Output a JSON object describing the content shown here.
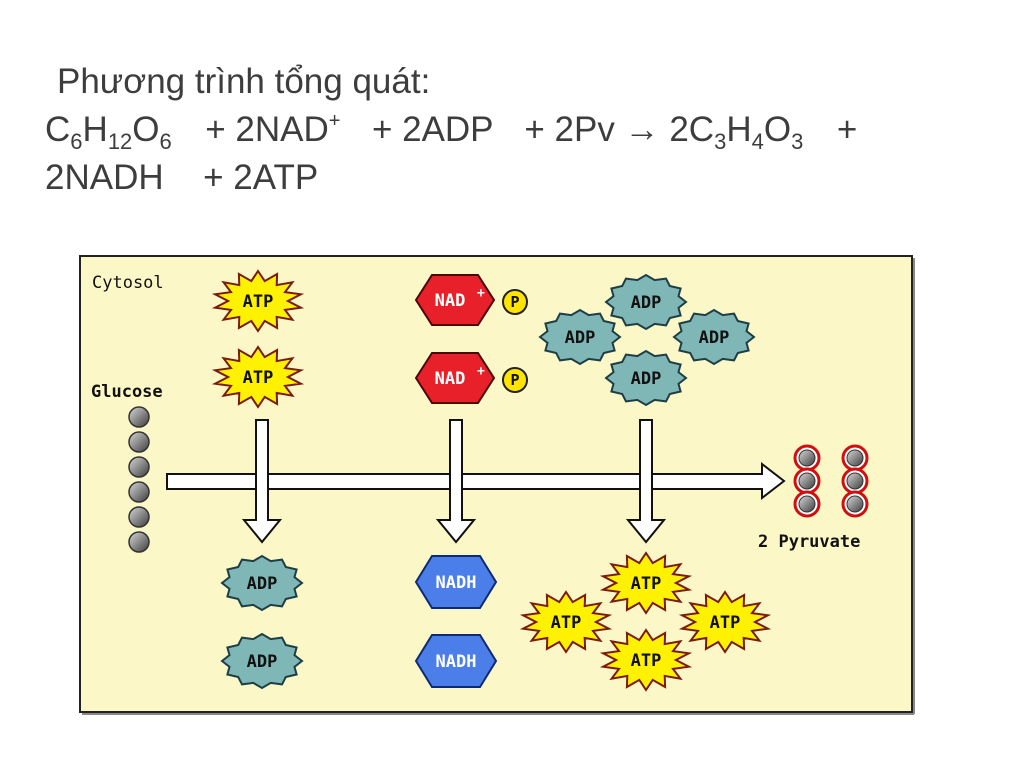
{
  "equation": {
    "line1": "Phương trình tổng quát:",
    "reactants": {
      "glucose": {
        "c": "C",
        "c_n": "6",
        "h": "H",
        "h_n": "12",
        "o": "O",
        "o_n": "6"
      },
      "nad": {
        "text": "+ 2NAD",
        "charge": "+"
      },
      "adp": "+  2ADP",
      "pv": "+  2Pv",
      "arrow": "→"
    },
    "products": {
      "pyruvate": {
        "prefix": "2C",
        "c_n": "3",
        "h": "H",
        "h_n": "4",
        "o": "O",
        "o_n": "3"
      },
      "plus": "+",
      "nadh": "2NADH",
      "atp": "+  2ATP"
    }
  },
  "diagram": {
    "cytosol_label": "Cytosol",
    "glucose_label": "Glucose",
    "pyruvate_label": "2 Pyruvate",
    "atp_label": "ATP",
    "adp_label": "ADP",
    "nad_label": "NAD",
    "nad_charge": "+",
    "nadh_label": "NADH",
    "phosphate_label": "P",
    "colors": {
      "panel": "#fbf7c6",
      "atp": "#fff200",
      "adp": "#7fb6b6",
      "nad": "#e8202a",
      "nadh": "#4b7ee8",
      "phosphate": "#ffe400",
      "bead": "#8a8a8a",
      "pyruvate_ring": "#d01010"
    }
  }
}
